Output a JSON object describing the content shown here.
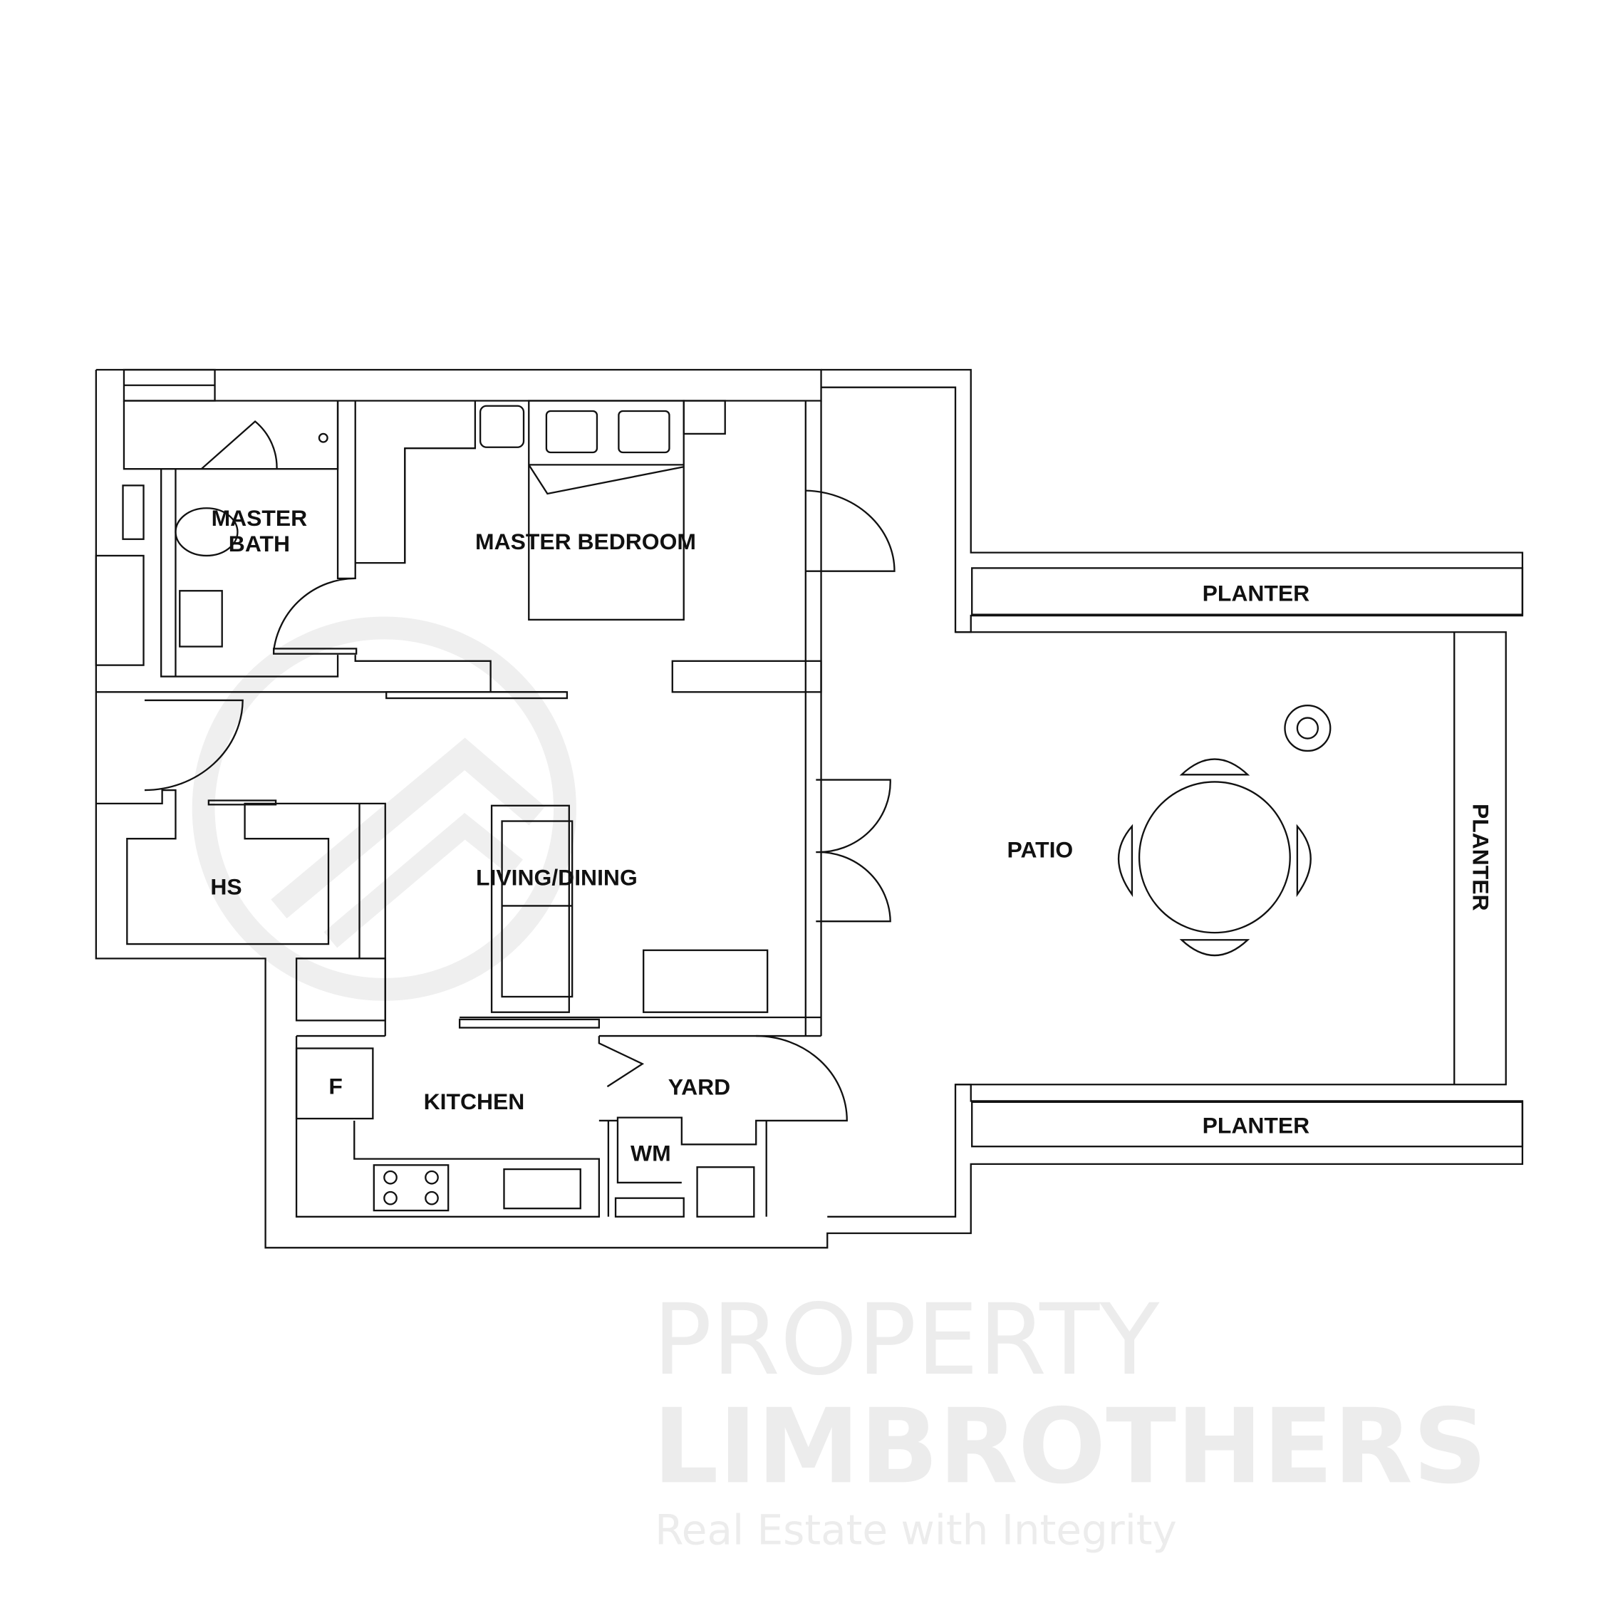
{
  "watermark": {
    "line1": "PROPERTY",
    "line2": "LIMBROTHERS",
    "tagline": "Real Estate with Integrity",
    "color": "#ececec"
  },
  "rooms": {
    "master_bath_1": "MASTER",
    "master_bath_2": "BATH",
    "master_bedroom": "MASTER BEDROOM",
    "hs": "HS",
    "living_dining": "LIVING/DINING",
    "kitchen": "KITCHEN",
    "yard": "YARD",
    "patio": "PATIO",
    "planter_top": "PLANTER",
    "planter_right": "PLANTER",
    "planter_bottom": "PLANTER"
  },
  "fixtures": {
    "fridge": "F",
    "washing_machine": "WM"
  },
  "colors": {
    "line": "#111111",
    "background": "#ffffff"
  }
}
